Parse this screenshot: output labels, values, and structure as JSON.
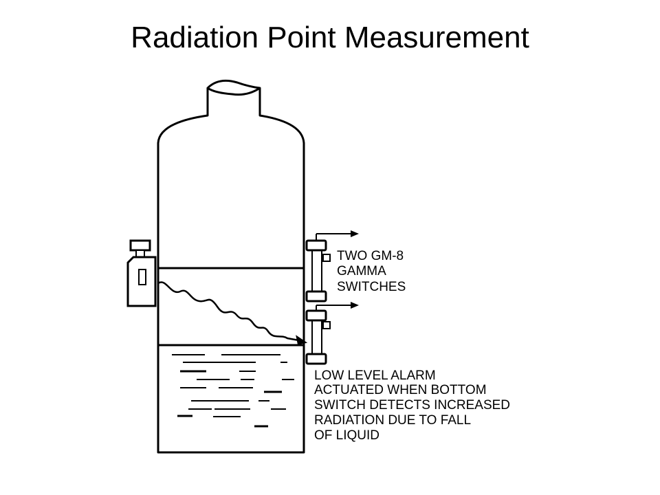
{
  "title": "Radiation Point Measurement",
  "labels": {
    "switches": [
      "TWO GM-8",
      "GAMMA",
      "SWITCHES"
    ],
    "alarm": [
      "LOW LEVEL ALARM",
      "ACTUATED WHEN BOTTOM",
      "SWITCH DETECTS INCREASED",
      "RADIATION DUE TO FALL",
      "OF LIQUID"
    ]
  },
  "colors": {
    "ink": "#000000",
    "background": "#ffffff"
  }
}
